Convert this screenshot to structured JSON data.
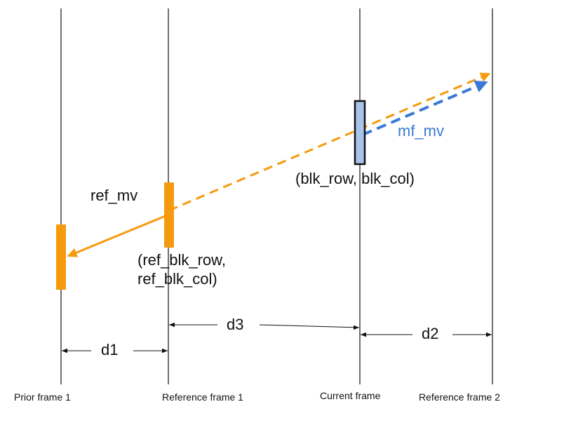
{
  "frames": {
    "prior_1": "Prior frame 1",
    "reference_1": "Reference frame 1",
    "current": "Current frame",
    "reference_2": "Reference frame 2"
  },
  "labels": {
    "ref_mv": "ref_mv",
    "mf_mv": "mf_mv",
    "blk_pos": "(blk_row, blk_col)",
    "ref_blk_pos": "(ref_blk_row,\nref_blk_col)",
    "d1": "d1",
    "d2": "d2",
    "d3": "d3"
  },
  "colors": {
    "orange": "#f59a0f",
    "blue": "#3b78d8",
    "block_fill": "#a9c4ea",
    "line": "#111111"
  }
}
